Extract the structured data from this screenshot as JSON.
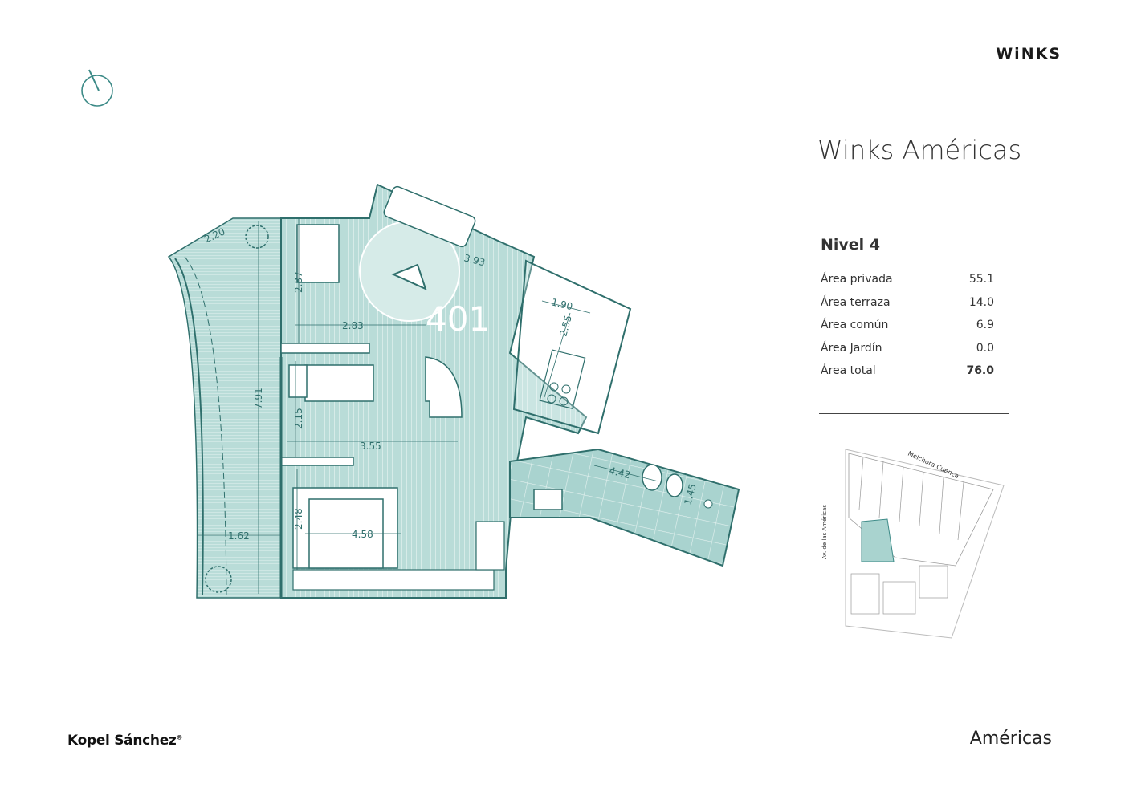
{
  "brand": "WiNKS",
  "title": "Winks Américas",
  "level": "Nivel 4",
  "areas": [
    {
      "label": "Área privada",
      "value": "55.1"
    },
    {
      "label": "Área terraza",
      "value": "14.0"
    },
    {
      "label": "Área común",
      "value": "6.9"
    },
    {
      "label": "Área Jardín",
      "value": "0.0"
    },
    {
      "label": "Área total",
      "value": "76.0"
    }
  ],
  "plan": {
    "unit": "401",
    "dimensions": [
      "2.20",
      "2.87",
      "2.83",
      "3.93",
      "1.90",
      "2.55",
      "7.91",
      "2.15",
      "3.55",
      "4.42",
      "1.45",
      "2.48",
      "4.58",
      "1.62"
    ]
  },
  "sitemap": {
    "street_top": "Melchora Cuenca",
    "street_left": "Av. de las Américas"
  },
  "footer": {
    "architect": "Kopel Sánchez",
    "architect_mark": "®",
    "project": "Américas"
  },
  "colors": {
    "teal": "#3c8a87",
    "fill": "#b9dcd8",
    "line": "#2f6f6c"
  }
}
